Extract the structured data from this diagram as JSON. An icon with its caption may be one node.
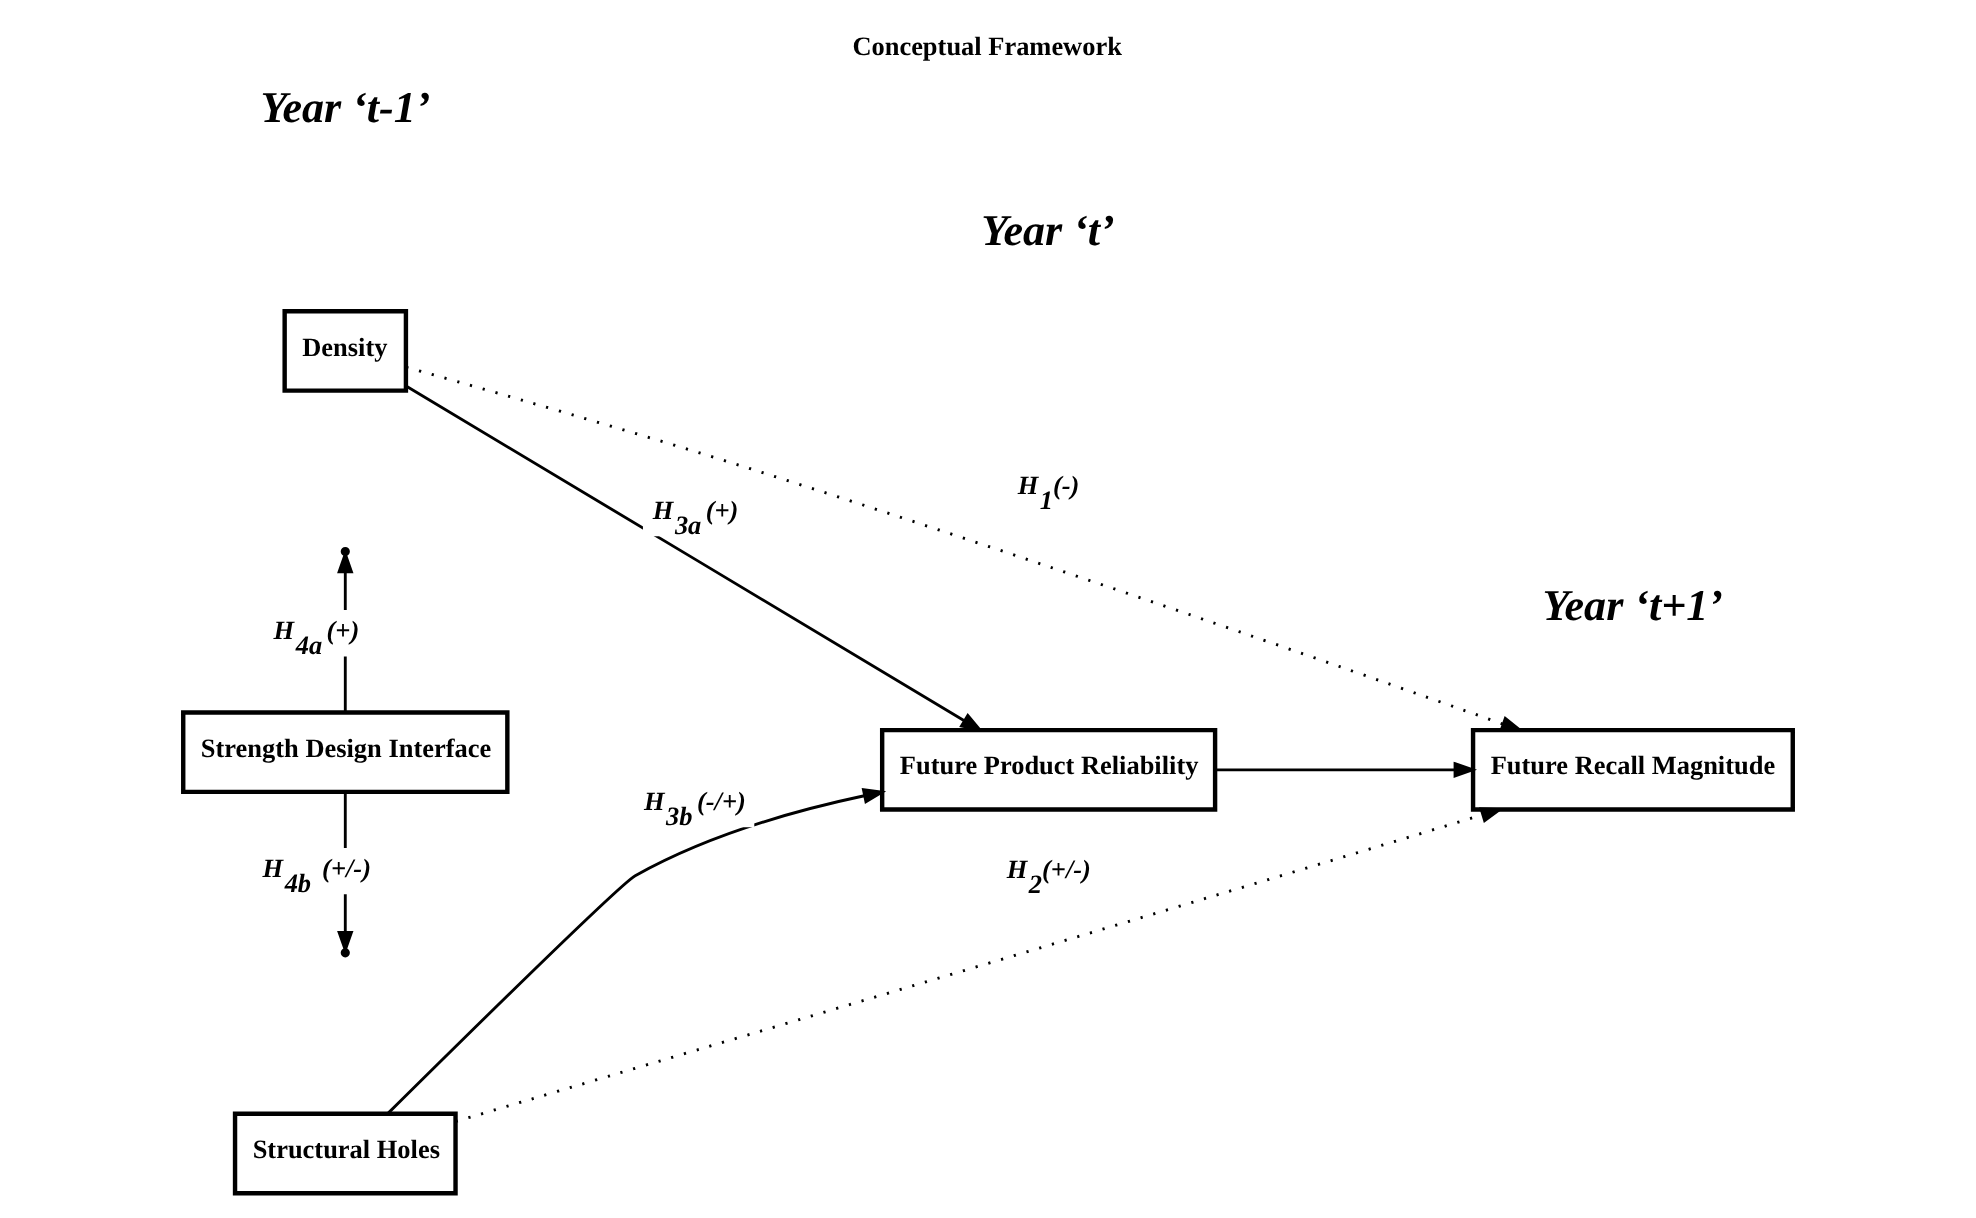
{
  "diagram": {
    "title": "Conceptual Framework",
    "nodes": [
      {
        "text": [
          "Density"
        ]
      },
      {
        "text": [
          "Strength Design Interface"
        ]
      },
      {
        "text": [
          "Structural Holes"
        ]
      },
      {
        "text": [
          "Future Product Reliability"
        ]
      },
      {
        "text": [
          "Future Recall Magnitude"
        ]
      }
    ],
    "edges": [
      {
        "from": 0,
        "to": 4,
        "arrow": "to",
        "style": "dashed",
        "label": "H$_{1}$(-)"
      },
      {
        "from": 0,
        "to": 3,
        "arrow": "to",
        "label": "H$_{3a}$ (+)"
      },
      {
        "from": 1,
        "to": null,
        "arrow": "to",
        "label": "H$_{4a}$ (+)"
      },
      {
        "from": 1,
        "to": null,
        "arrow": "to",
        "label": "H$_{4b}$  (+/-)"
      },
      {
        "from": 2,
        "to": 3,
        "arrow": "to",
        "label": "H$_{3b}$ (-/+)"
      },
      {
        "from": 3,
        "to": 4,
        "arrow": "to"
      },
      {
        "from": 2,
        "to": 4,
        "arrow": "to",
        "style": "dashed",
        "label": "H$_{2}$(+/-)"
      }
    ],
    "labels": [
      "Year ‘t-1’",
      "Year ‘t’",
      "Year ‘t+1’"
    ]
  }
}
